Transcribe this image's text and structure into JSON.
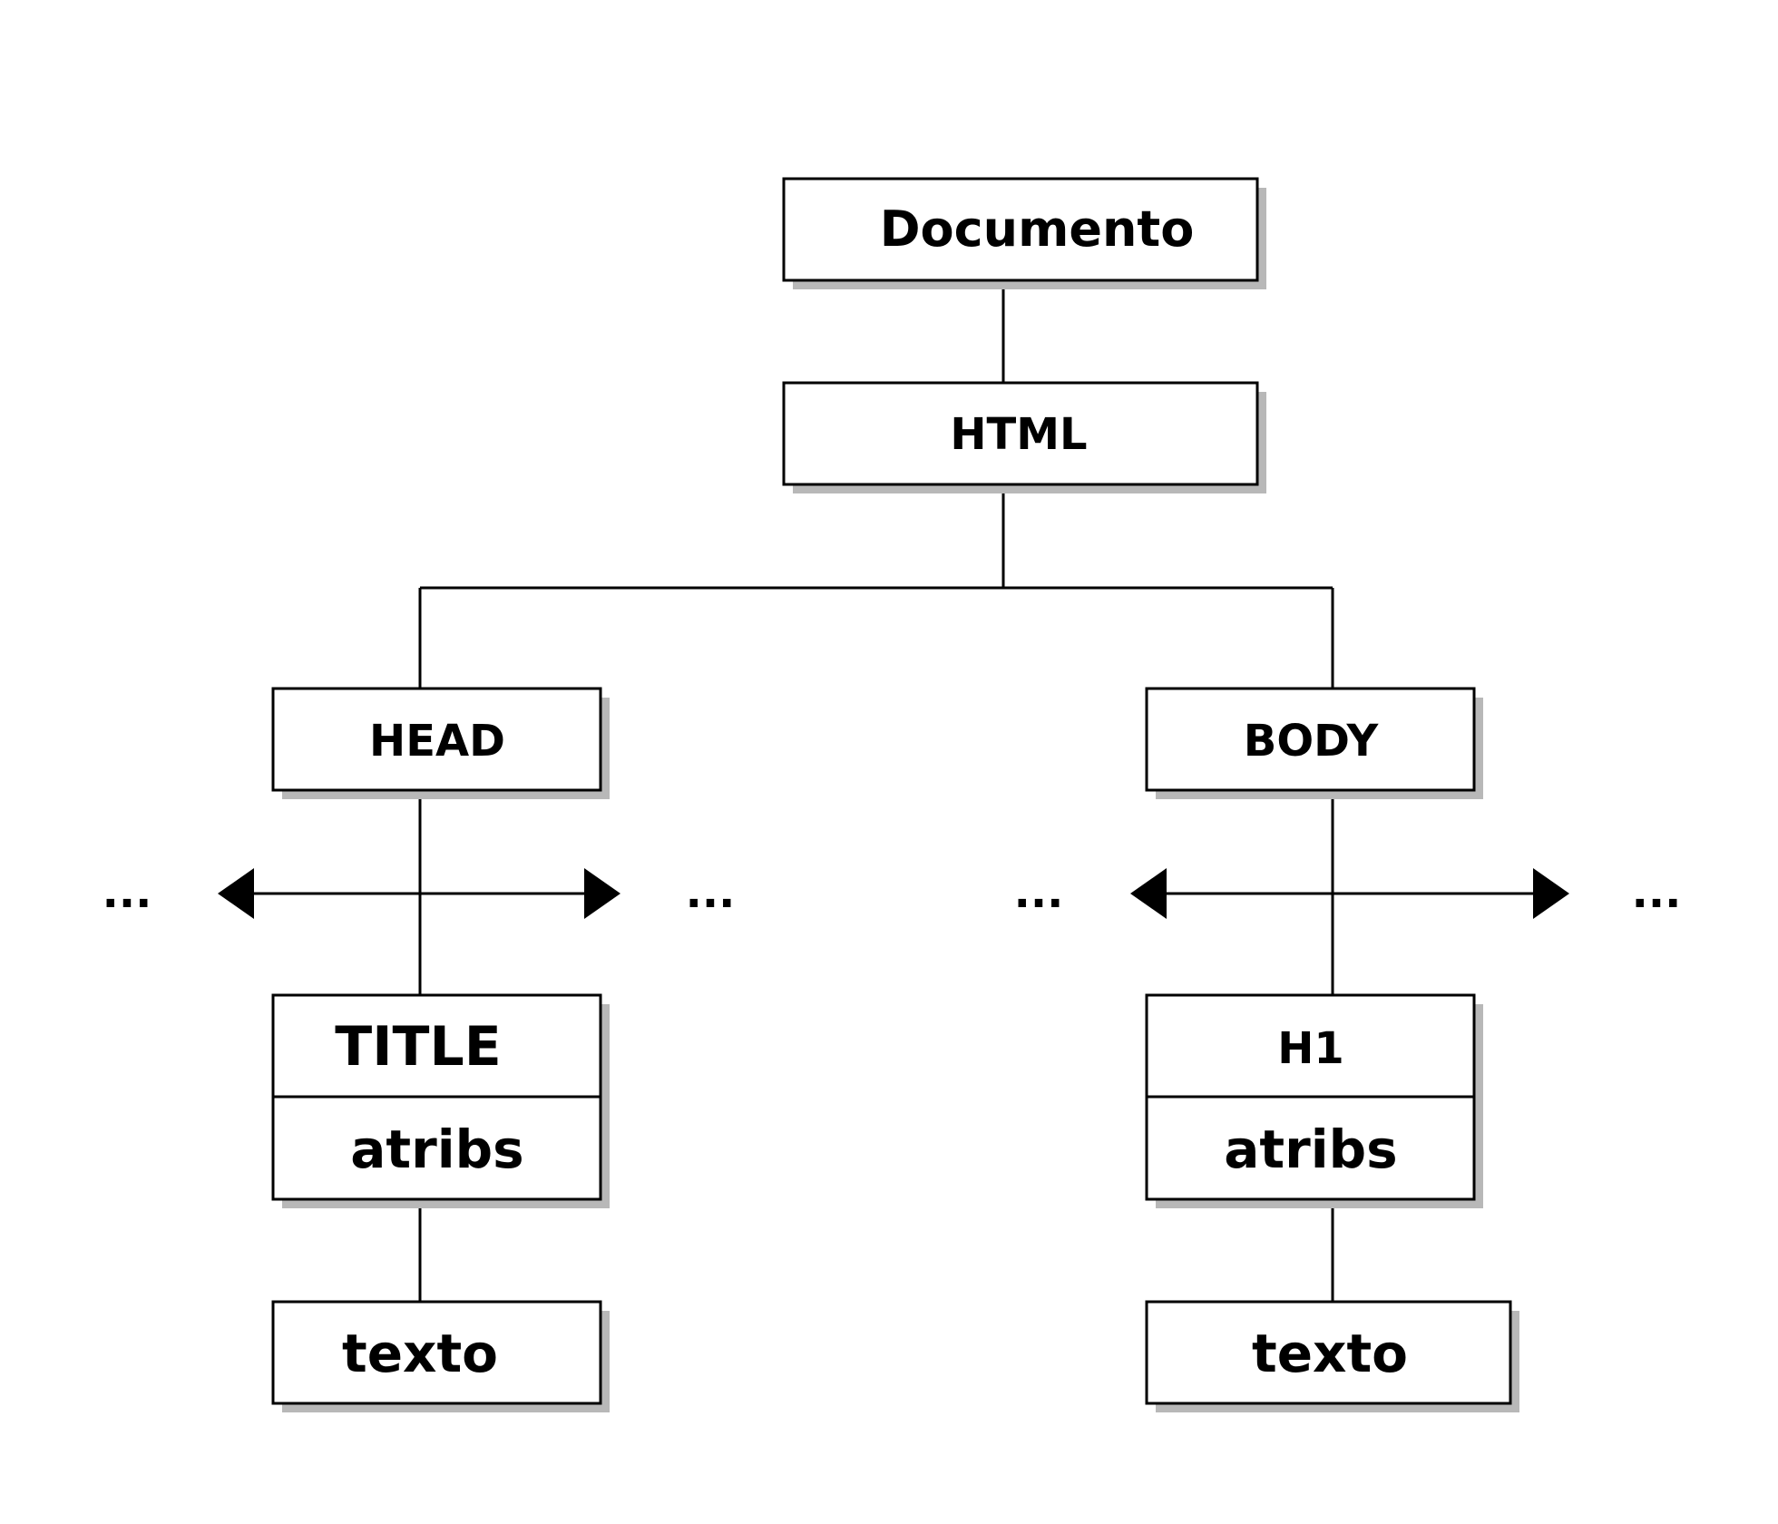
{
  "nodes": {
    "documento": "Documento",
    "html": "HTML",
    "head": "HEAD",
    "body": "BODY",
    "title": "TITLE",
    "title_attrs": "atribs",
    "title_text": "texto",
    "h1": "H1",
    "h1_attrs": "atribs",
    "h1_text": "texto"
  },
  "ellipsis": "...",
  "colors": {
    "line": "#000000",
    "box_fill": "#ffffff",
    "shadow": "#b8b8b8"
  }
}
